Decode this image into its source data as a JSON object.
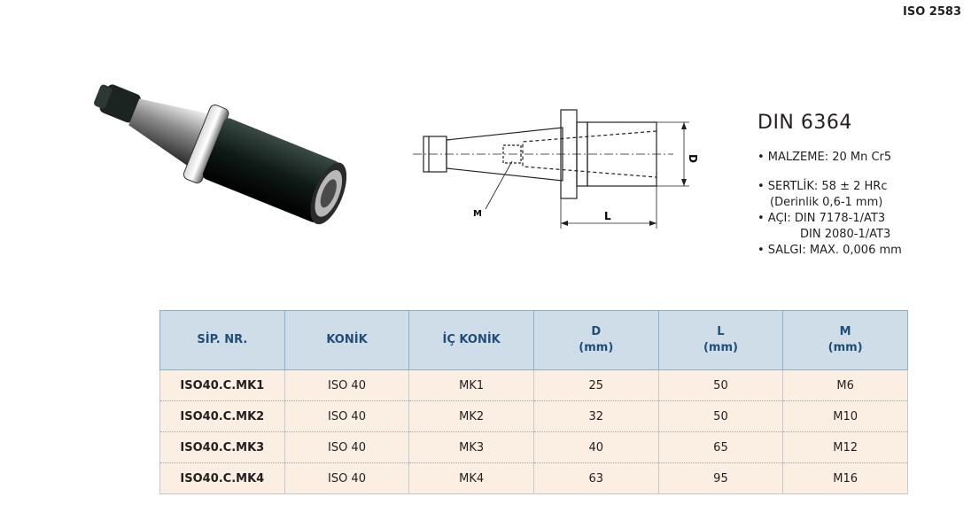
{
  "header": {
    "standard_code": "ISO 2583"
  },
  "drawing": {
    "label_d": "D",
    "label_l": "L",
    "label_m": "M"
  },
  "spec": {
    "title": "DIN 6364",
    "material": "• MALZEME: 20 Mn Cr5",
    "hardness": "• SERTLİK: 58 ± 2 HRc",
    "hardness_depth": "(Derinlik 0,6-1 mm)",
    "angle": "• AÇI: DIN 7178-1/AT3",
    "angle_2": "DIN 2080-1/AT3",
    "runout": "• SALGI: MAX. 0,006 mm"
  },
  "table": {
    "headers": [
      {
        "label": "SİP. NR.",
        "unit": ""
      },
      {
        "label": "KONİK",
        "unit": ""
      },
      {
        "label": "İÇ KONİK",
        "unit": ""
      },
      {
        "label": "D",
        "unit": "(mm)"
      },
      {
        "label": "L",
        "unit": "(mm)"
      },
      {
        "label": "M",
        "unit": "(mm)"
      }
    ],
    "rows": [
      [
        "ISO40.C.MK1",
        "ISO 40",
        "MK1",
        "25",
        "50",
        "M6"
      ],
      [
        "ISO40.C.MK2",
        "ISO 40",
        "MK2",
        "32",
        "50",
        "M10"
      ],
      [
        "ISO40.C.MK3",
        "ISO 40",
        "MK3",
        "40",
        "65",
        "M12"
      ],
      [
        "ISO40.C.MK4",
        "ISO 40",
        "MK4",
        "63",
        "95",
        "M16"
      ]
    ]
  },
  "colors": {
    "header_bg": "#cfdde9",
    "header_text": "#1f4e79",
    "row_bg": "#fbeee2"
  }
}
